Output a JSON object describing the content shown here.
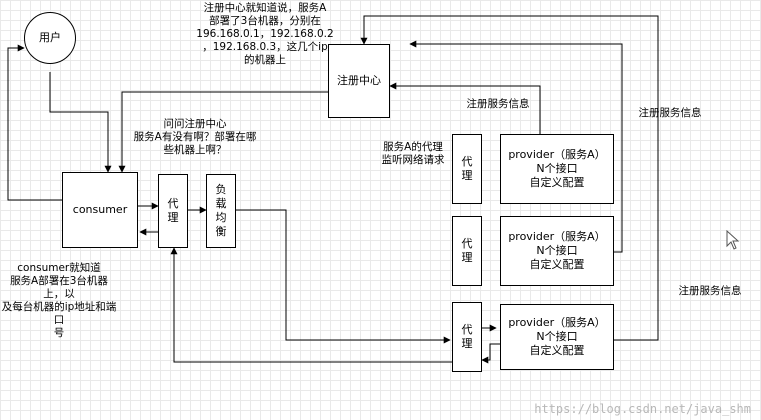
{
  "nodes": {
    "user": "用户",
    "registry": "注册中心",
    "consumer": "consumer",
    "consumer_proxy": "代\n理",
    "load_balancer": "负\n载\n均\n衡",
    "provider_proxy_1": "代\n理",
    "provider_proxy_2": "代\n理",
    "provider_proxy_3": "代\n理",
    "provider_1": "provider（服务A）\nN个接口\n自定义配置",
    "provider_2": "provider（服务A）\nN个接口\n自定义配置",
    "provider_3": "provider（服务A）\nN个接口\n自定义配置"
  },
  "notes": {
    "registry_knows": "注册中心就知道说，服务A\n部署了3台机器，分别在\n196.168.0.1，192.168.0.2\n，192.168.0.3，这几个ip\n的机器上",
    "ask_registry": "问问注册中心\n服务A有没有啊？部署在哪\n些机器上啊？",
    "register_info_1": "注册服务信息",
    "register_info_2": "注册服务信息",
    "register_info_3": "注册服务信息",
    "proxy_listen": "服务A的代理\n监听网络请求",
    "consumer_knows": "consumer就知道\n服务A部署在3台机器上，以\n及每台机器的ip地址和端口\n号"
  },
  "watermark": "https://blog.csdn.net/java_shm",
  "colors": {
    "line": "#000000",
    "grid": "#e9e9e9",
    "watermark": "#b8b8b8"
  }
}
